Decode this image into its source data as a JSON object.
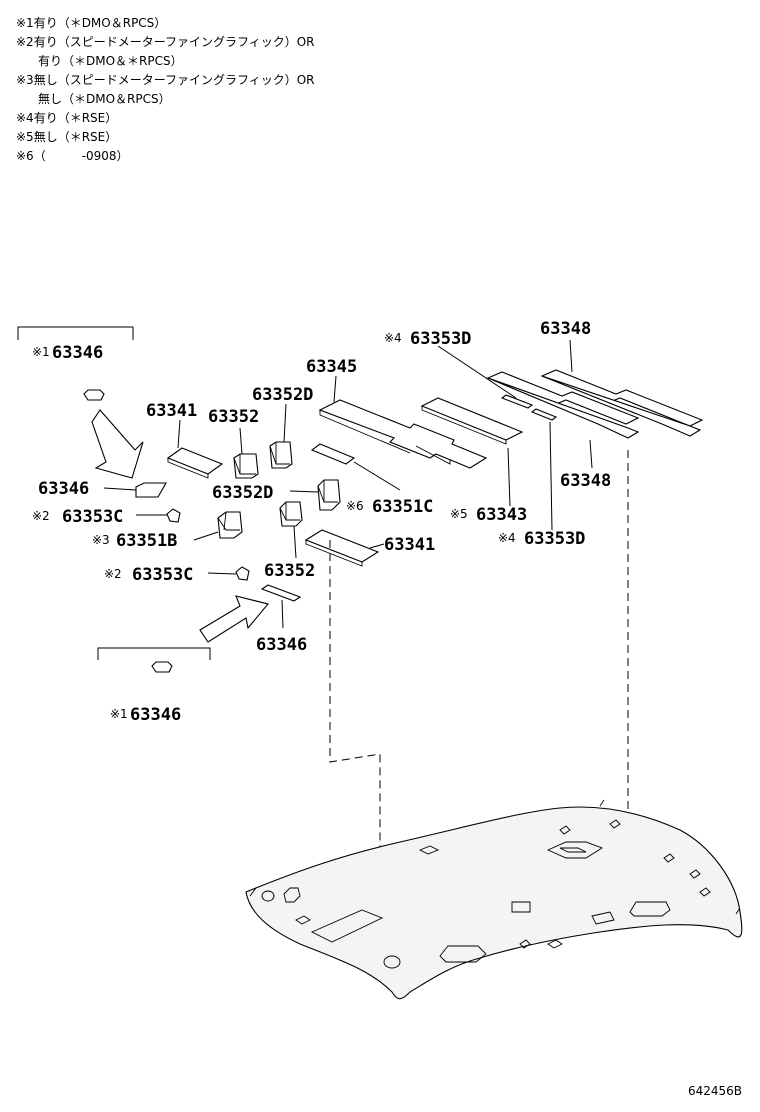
{
  "notes": [
    "※1有り（＊DMO＆RPCS）",
    "※2有り（スピードメーターファイングラフィック）OR",
    "有り（＊DMO＆＊RPCS）",
    "※3無し（スピードメーターファイングラフィック）OR",
    "無し（＊DMO＆RPCS）",
    "※4有り（＊RSE）",
    "※5無し（＊RSE）",
    "※6（　　　-0908）"
  ],
  "labels": {
    "l_63346_top": "63346",
    "l_63346_mid": "63346",
    "l_63353c_a": "63353C",
    "l_63351b": "63351B",
    "l_63353c_b": "63353C",
    "l_63346_low": "63346",
    "l_63346_bot": "63346",
    "l_63341_a": "63341",
    "l_63352_a": "63352",
    "l_63352d_a": "63352D",
    "l_63345": "63345",
    "l_63353d_a": "63353D",
    "l_63348_a": "63348",
    "l_63352d_b": "63352D",
    "l_63351c": "63351C",
    "l_63343": "63343",
    "l_63348_b": "63348",
    "l_63353d_b": "63353D",
    "l_63341_b": "63341",
    "l_63352_b": "63352"
  },
  "marks": {
    "m1_top": "※1",
    "m2_a": "※2",
    "m3": "※3",
    "m2_b": "※2",
    "m1_bot": "※1",
    "m4_a": "※4",
    "m6": "※6",
    "m5": "※5",
    "m4_b": "※4"
  },
  "diagram_code": "642456B"
}
